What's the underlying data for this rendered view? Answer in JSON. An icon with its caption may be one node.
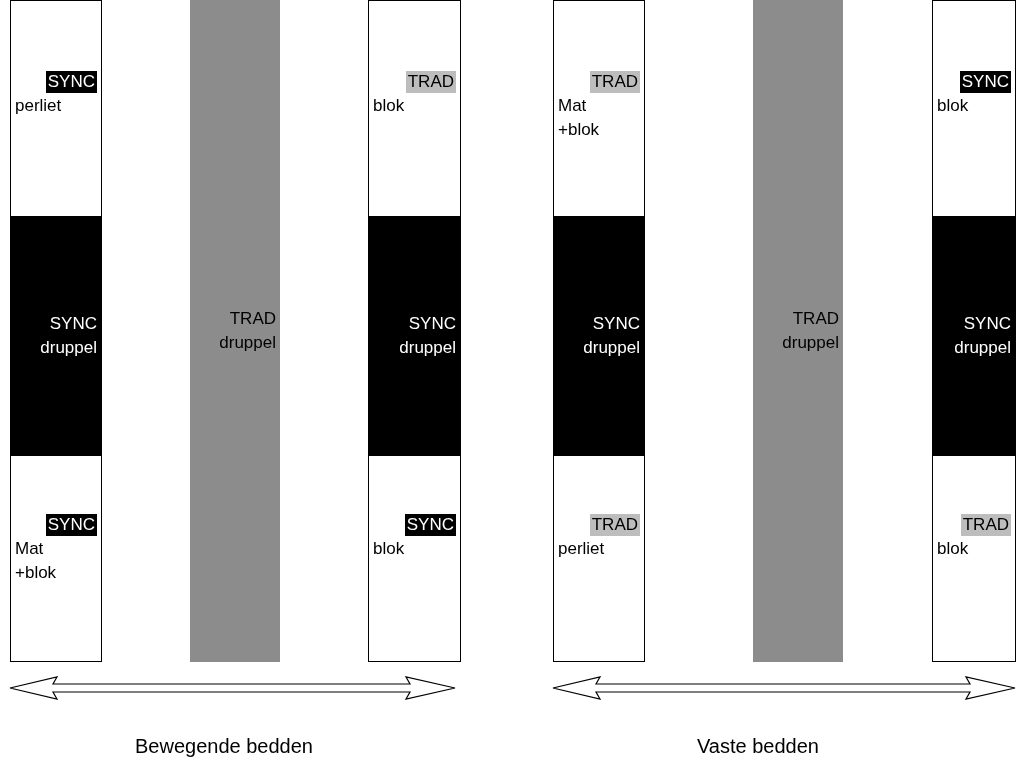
{
  "diagram": {
    "nodes": [
      {
        "text": [],
        "shape": "box"
      },
      {
        "text": [
          "SYNC",
          "perliet"
        ],
        "in": 0
      },
      {
        "text": [
          "SYNC druppel"
        ],
        "in": 0
      },
      {
        "text": [
          "SYNC",
          "Mat +blok"
        ],
        "in": 0
      },
      {
        "text": [
          "TRAD druppel"
        ]
      },
      {
        "text": [],
        "shape": "box"
      },
      {
        "text": [
          "TRAD",
          "blok"
        ],
        "in": 5
      },
      {
        "text": [
          "SYNC druppel"
        ],
        "in": 5
      },
      {
        "text": [
          "SYNC",
          "blok"
        ],
        "in": 5
      },
      {
        "text": [],
        "shape": "box"
      },
      {
        "text": [
          "TRAD",
          "Mat +blok"
        ],
        "in": 9
      },
      {
        "text": [
          "SYNC druppel"
        ],
        "in": 9
      },
      {
        "text": [
          "TRAD",
          "perliet"
        ],
        "in": 9
      },
      {
        "text": [
          "TRAD druppel"
        ]
      },
      {
        "text": [],
        "shape": "box"
      },
      {
        "text": [
          "SYNC",
          "blok"
        ],
        "in": 14
      },
      {
        "text": [
          "SYNC druppel"
        ],
        "in": 14
      },
      {
        "text": [
          "TRAD",
          "blok"
        ],
        "in": 14
      }
    ],
    "labels": [
      "Bewegende bedden",
      "Vaste bedden"
    ]
  }
}
